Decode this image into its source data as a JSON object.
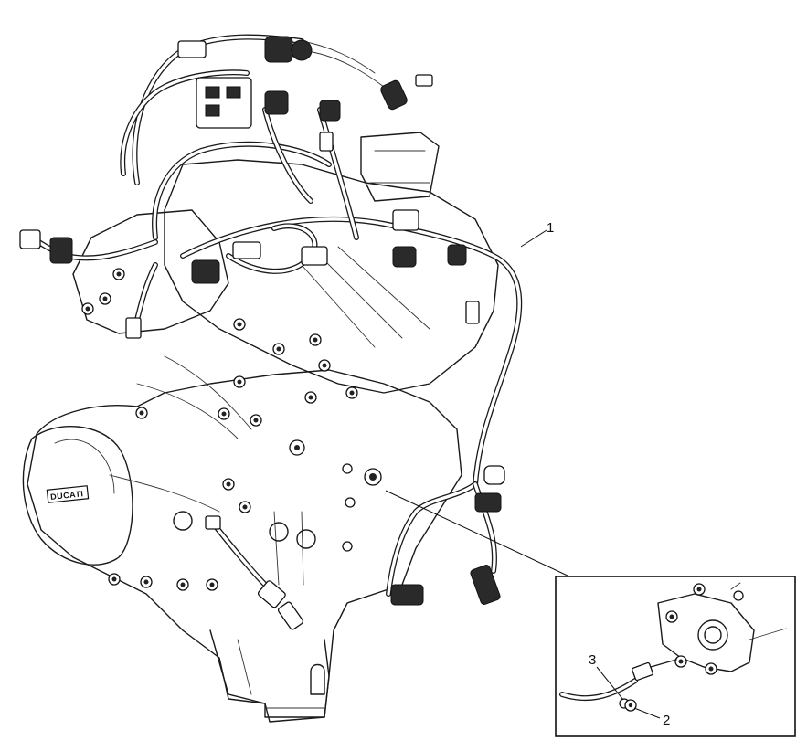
{
  "figure": {
    "engine_brand": "DUCATI",
    "callouts": [
      {
        "id": "1",
        "text": "1"
      },
      {
        "id": "2",
        "text": "2"
      },
      {
        "id": "3",
        "text": "3"
      }
    ]
  },
  "colors": {
    "line": "#1a1a1a",
    "background": "#ffffff"
  }
}
